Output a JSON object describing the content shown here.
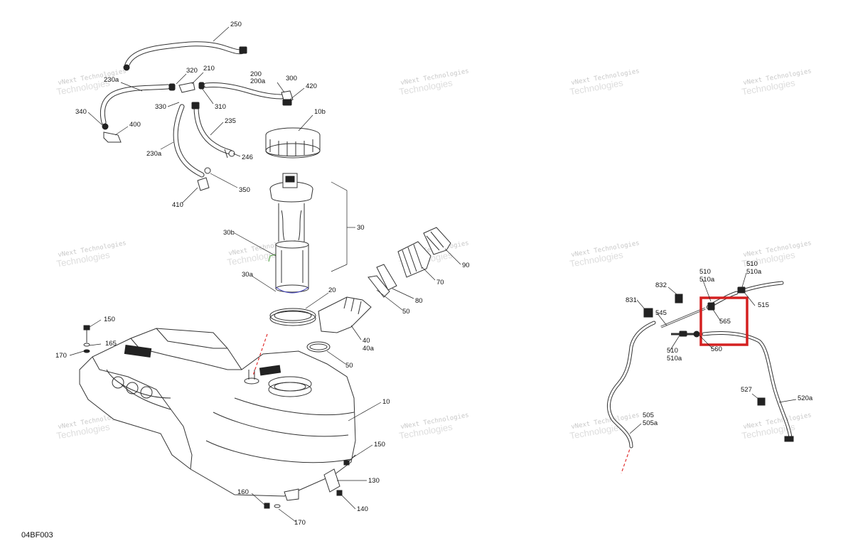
{
  "diagram": {
    "code": "04BF003",
    "highlight_color": "#d42020",
    "highlight_part": "565",
    "watermark": {
      "line1": "vNext Technologies",
      "line2": "Technologies"
    },
    "labels": [
      {
        "id": "250",
        "text": "250"
      },
      {
        "id": "230a-top",
        "text": "230a"
      },
      {
        "id": "320",
        "text": "320"
      },
      {
        "id": "210",
        "text": "210"
      },
      {
        "id": "200",
        "text": "200"
      },
      {
        "id": "200a",
        "text": "200a"
      },
      {
        "id": "300",
        "text": "300"
      },
      {
        "id": "420",
        "text": "420"
      },
      {
        "id": "340",
        "text": "340"
      },
      {
        "id": "330",
        "text": "330"
      },
      {
        "id": "310",
        "text": "310"
      },
      {
        "id": "400",
        "text": "400"
      },
      {
        "id": "10b",
        "text": "10b"
      },
      {
        "id": "235",
        "text": "235"
      },
      {
        "id": "230a-mid",
        "text": "230a"
      },
      {
        "id": "246",
        "text": "246"
      },
      {
        "id": "350",
        "text": "350"
      },
      {
        "id": "410",
        "text": "410"
      },
      {
        "id": "30",
        "text": "30"
      },
      {
        "id": "30b",
        "text": "30b"
      },
      {
        "id": "30a",
        "text": "30a"
      },
      {
        "id": "90",
        "text": "90"
      },
      {
        "id": "70",
        "text": "70"
      },
      {
        "id": "80",
        "text": "80"
      },
      {
        "id": "20",
        "text": "20"
      },
      {
        "id": "50-top",
        "text": "50"
      },
      {
        "id": "40",
        "text": "40"
      },
      {
        "id": "40a",
        "text": "40a"
      },
      {
        "id": "50-mid",
        "text": "50"
      },
      {
        "id": "150-top",
        "text": "150"
      },
      {
        "id": "165",
        "text": "165"
      },
      {
        "id": "170-top",
        "text": "170"
      },
      {
        "id": "10",
        "text": "10"
      },
      {
        "id": "150-bot",
        "text": "150"
      },
      {
        "id": "130",
        "text": "130"
      },
      {
        "id": "160",
        "text": "160"
      },
      {
        "id": "140",
        "text": "140"
      },
      {
        "id": "170-bot",
        "text": "170"
      },
      {
        "id": "510-a",
        "text": "510"
      },
      {
        "id": "510a-a",
        "text": "510a"
      },
      {
        "id": "510-b",
        "text": "510"
      },
      {
        "id": "510a-b",
        "text": "510a"
      },
      {
        "id": "832",
        "text": "832"
      },
      {
        "id": "515",
        "text": "515"
      },
      {
        "id": "831",
        "text": "831"
      },
      {
        "id": "545",
        "text": "545"
      },
      {
        "id": "565",
        "text": "565"
      },
      {
        "id": "510-c",
        "text": "510"
      },
      {
        "id": "510a-c",
        "text": "510a"
      },
      {
        "id": "560",
        "text": "560"
      },
      {
        "id": "527",
        "text": "527"
      },
      {
        "id": "520a",
        "text": "520a"
      },
      {
        "id": "505",
        "text": "505"
      },
      {
        "id": "505a",
        "text": "505a"
      }
    ]
  }
}
